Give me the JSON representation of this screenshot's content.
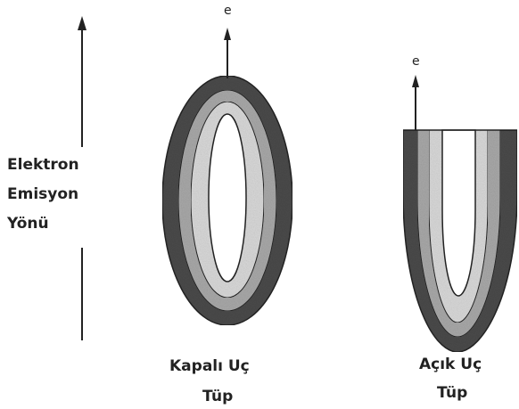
{
  "direction_label": {
    "line1": "Elektron",
    "line2": "Emisyon",
    "line3": "Yönü"
  },
  "closed_tube": {
    "electron_label": "e",
    "caption_line1": "Kapalı Uç",
    "caption_line2": "Tüp"
  },
  "open_tube": {
    "electron_label": "e",
    "caption_line1": "Açık Uç",
    "caption_line2": "Tüp"
  },
  "colors": {
    "outer_shell": "#4a4a4a",
    "middle_shell": "#a8a8a8",
    "inner_shell": "#d8d8d8",
    "core": "#ffffff",
    "line": "#222222"
  }
}
